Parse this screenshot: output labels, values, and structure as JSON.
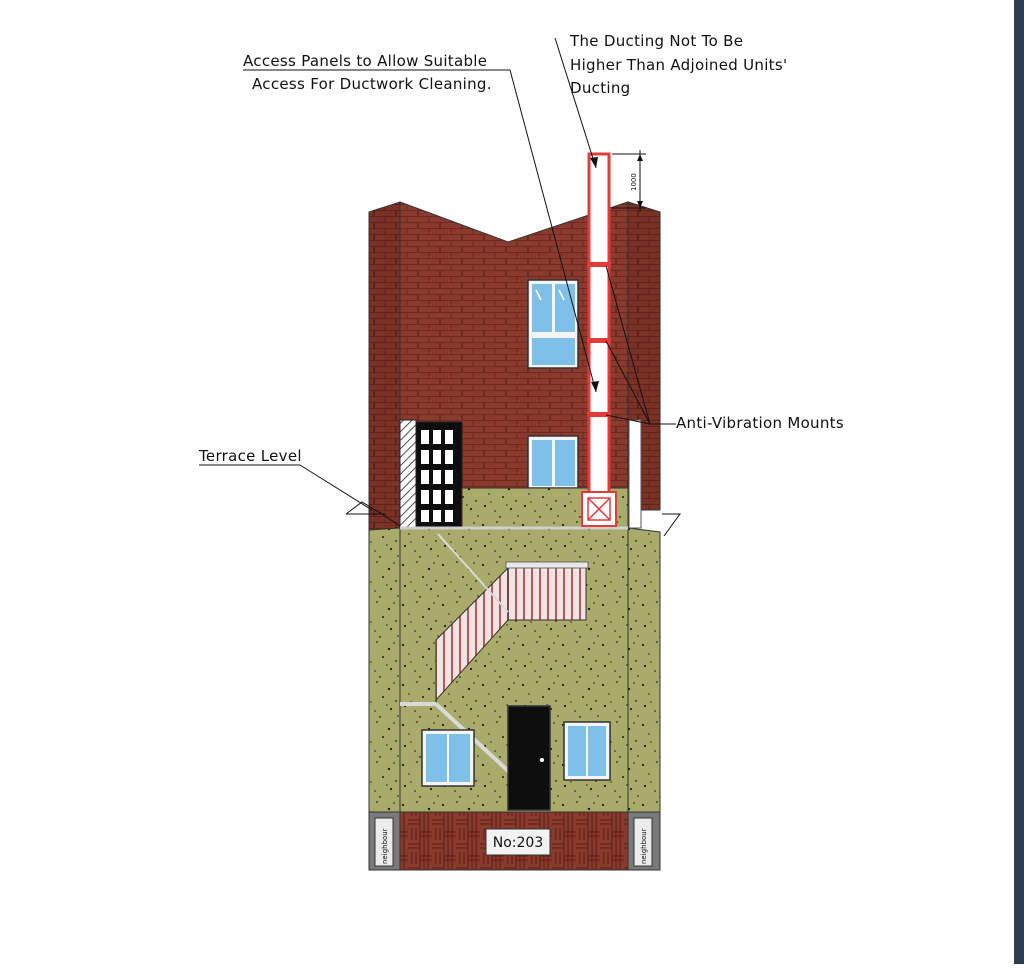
{
  "annotations": {
    "access_panels_line1": "Access Panels to Allow Suitable",
    "access_panels_line2": "Access For Ductwork Cleaning.",
    "ducting_line1": "The Ducting Not To Be",
    "ducting_line2": "Higher Than Adjoined Units'",
    "ducting_line3": "Ducting",
    "anti_vibration": "Anti-Vibration Mounts",
    "terrace_level": "Terrace Level",
    "dimension": "1000"
  },
  "building": {
    "house_number": "No:203",
    "gate_left_label": "neighbour",
    "gate_right_label": "neighbour"
  },
  "colors": {
    "brick": "#8b3a2e",
    "render": "#a9ab6a",
    "glass": "#7fc0e8",
    "duct": "#e33a3a",
    "door": "#0e0e0e",
    "stair": "#b55a5a",
    "edge": "#2d3e50"
  }
}
